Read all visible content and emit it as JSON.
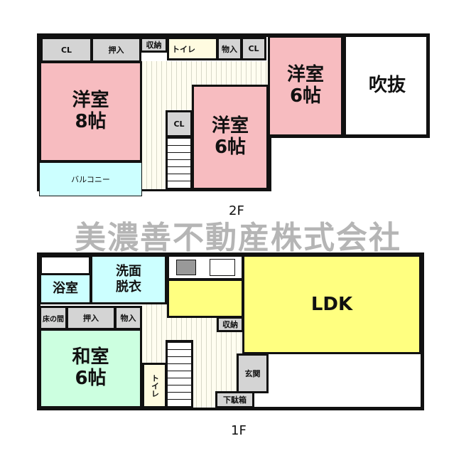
{
  "floor2": {
    "label": "2F",
    "rooms": {
      "cl1": "CL",
      "oshiire": "押入",
      "shuno": "収納",
      "toilet": "トイレ",
      "monoire": "物入",
      "cl2": "CL",
      "western8": "洋室\n8帖",
      "balcony": "バルコニー",
      "cl3": "CL",
      "western6a": "洋室\n6帖",
      "western6b": "洋室\n6帖",
      "fukinuke": "吹抜"
    }
  },
  "floor1": {
    "label": "1F",
    "rooms": {
      "bath": "浴室",
      "washroom": "洗面\n脱衣",
      "ldk": "LDK",
      "tokonoma": "床の間",
      "oshiire": "押入",
      "monoire": "物入",
      "shuno": "収納",
      "washitsu": "和室\n6帖",
      "toilet": "トイレ",
      "genkan": "玄関",
      "getabako": "下駄箱"
    }
  },
  "watermark": "美濃善不動産株式会社"
}
